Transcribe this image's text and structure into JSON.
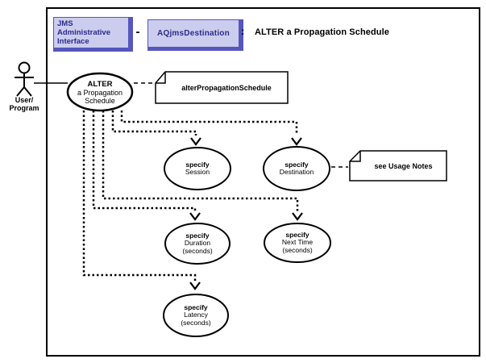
{
  "colors": {
    "bg": "#ffffff",
    "box-fill": "#ccccee",
    "box-bevel": "#5656bd",
    "box-text": "#2b2b8c",
    "line": "#000000"
  },
  "header": {
    "interface_box": "JMS\nAdministrative\nInterface",
    "dash": "-",
    "class_box": "AQjmsDestination",
    "colon": ":",
    "title": "ALTER a Propagation Schedule"
  },
  "actor": {
    "label": "User/\nProgram"
  },
  "main_use_case": {
    "name": "ALTER",
    "detail": "a Propagation\nSchedule"
  },
  "use_cases": {
    "session": {
      "keyword": "specify",
      "object": "Session"
    },
    "destination": {
      "keyword": "specify",
      "object": "Destination"
    },
    "duration": {
      "keyword": "specify",
      "object": "Duration\n(seconds)"
    },
    "next_time": {
      "keyword": "specify",
      "object": "Next Time\n(seconds)"
    },
    "latency": {
      "keyword": "specify",
      "object": "Latency\n(seconds)"
    }
  },
  "notes": {
    "method": "alterPropagationSchedule",
    "usage": "see Usage Notes"
  }
}
